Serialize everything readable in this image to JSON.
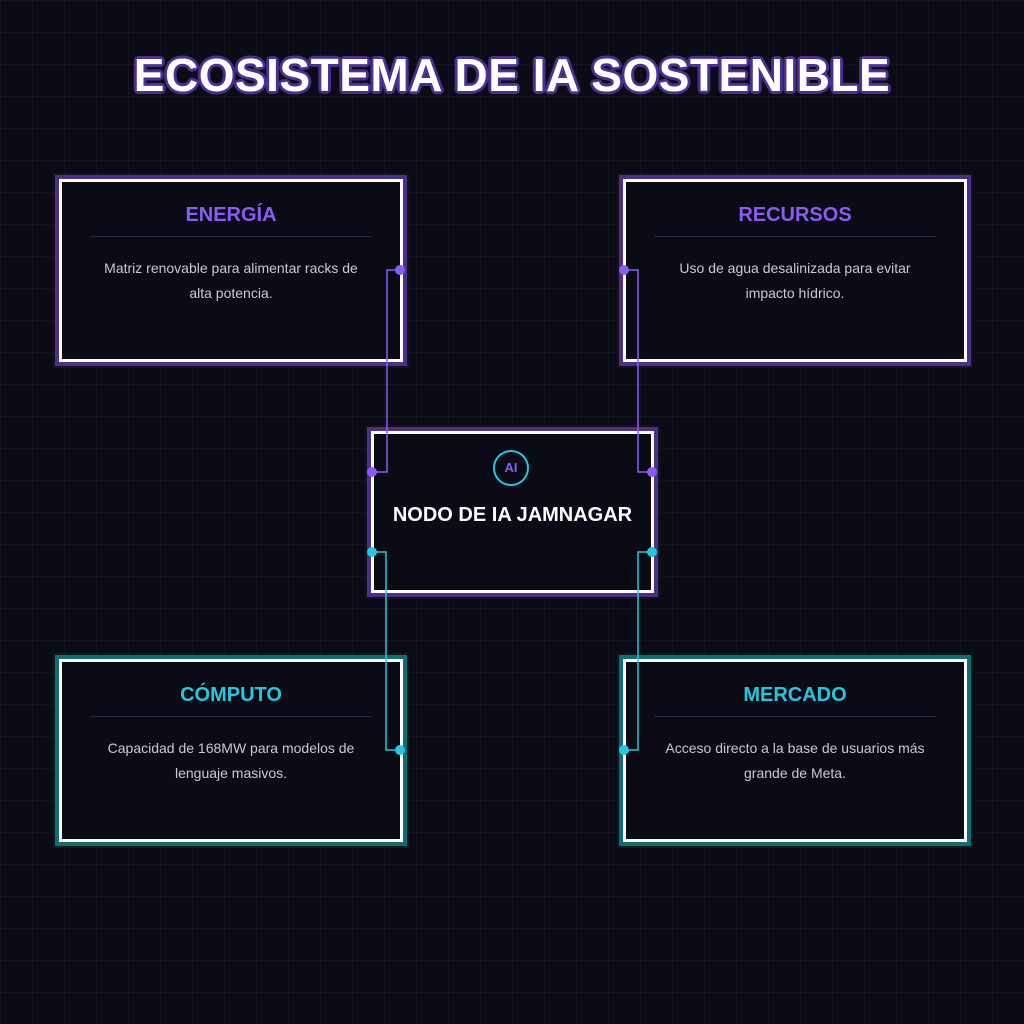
{
  "title": "ECOSISTEMA DE IA SOSTENIBLE",
  "colors": {
    "purple_accent": "#8a5cf6",
    "teal_accent": "#22c8e0",
    "background": "#0b0b16"
  },
  "center": {
    "badge": "AI",
    "title": "NODO DE IA JAMNAGAR"
  },
  "cards": {
    "energia": {
      "title": "ENERGÍA",
      "text": "Matriz renovable para alimentar racks de alta potencia."
    },
    "recursos": {
      "title": "RECURSOS",
      "text": "Uso de agua desalinizada para evitar impacto hídrico."
    },
    "computo": {
      "title": "CÓMPUTO",
      "text": "Capacidad de 168MW para modelos de lenguaje masivos."
    },
    "mercado": {
      "title": "MERCADO",
      "text": "Acceso directo a la base de usuarios más grande de Meta."
    }
  }
}
